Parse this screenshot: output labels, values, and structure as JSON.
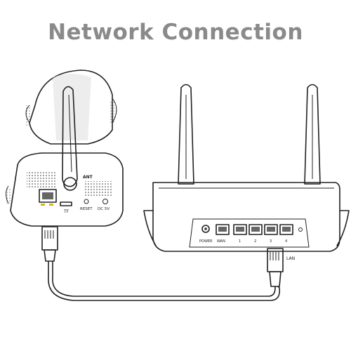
{
  "title": "Network Connection",
  "camera": {
    "ant_label": "ANT",
    "tf_label": "TF",
    "reset_label": "RESET",
    "dc_label": "DC 5V"
  },
  "router": {
    "power_label": "POWER",
    "wan_label": "WAN",
    "port_labels": [
      "1",
      "2",
      "3",
      "4"
    ],
    "lan_label": "LAN"
  }
}
